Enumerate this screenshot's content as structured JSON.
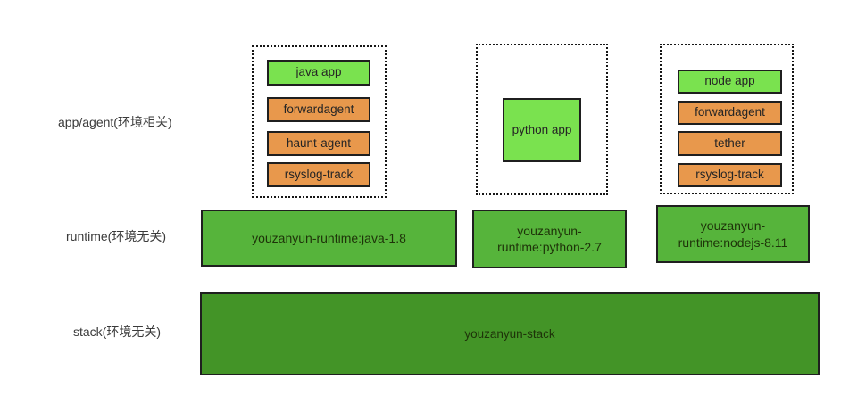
{
  "row_labels": {
    "app_agent": "app/agent(环境相关)",
    "runtime": "runtime(环境无关)",
    "stack": "stack(环境无关)"
  },
  "colors": {
    "app_box_green": "#7ae24f",
    "agent_box_orange": "#e8984c",
    "runtime_box_green": "#56b43b",
    "stack_box_green": "#439427",
    "box_border": "#1f1f1f",
    "dotted_border": "#161616"
  },
  "groups": [
    {
      "name": "java-group",
      "boxes": [
        {
          "label": "java app",
          "type": "app"
        },
        {
          "label": "forwardagent",
          "type": "agent"
        },
        {
          "label": "haunt-agent",
          "type": "agent"
        },
        {
          "label": "rsyslog-track",
          "type": "agent"
        }
      ]
    },
    {
      "name": "python-group",
      "boxes": [
        {
          "label": "python app",
          "type": "app"
        }
      ]
    },
    {
      "name": "node-group",
      "boxes": [
        {
          "label": "node app",
          "type": "app"
        },
        {
          "label": "forwardagent",
          "type": "agent"
        },
        {
          "label": "tether",
          "type": "agent"
        },
        {
          "label": "rsyslog-track",
          "type": "agent"
        }
      ]
    }
  ],
  "runtimes": [
    {
      "lines": [
        "youzanyun-runtime:java-1.8"
      ]
    },
    {
      "lines": [
        "youzanyun-",
        "runtime:python-2.7"
      ]
    },
    {
      "lines": [
        "youzanyun-",
        "runtime:nodejs-8.11"
      ]
    }
  ],
  "stack": {
    "label": "youzanyun-stack"
  }
}
